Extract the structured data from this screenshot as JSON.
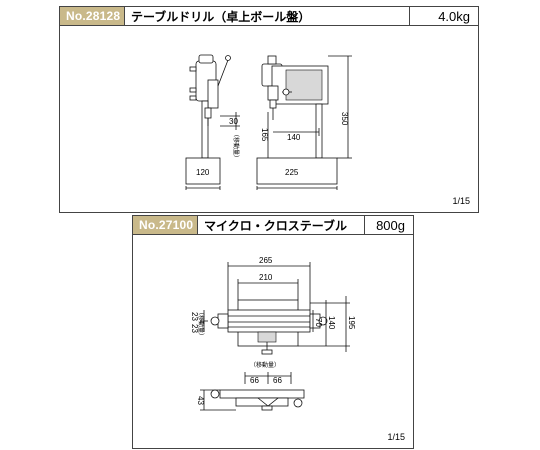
{
  "panel1": {
    "code": "No.28128",
    "title": "テーブルドリル（卓上ボール盤）",
    "weight": "4.0kg",
    "scale": "1/15",
    "dims": {
      "h350": "350",
      "h165": "165",
      "d140": "140",
      "d225": "225",
      "d120": "120",
      "s30": "30",
      "move": "（移動量）"
    }
  },
  "panel2": {
    "code": "No.27100",
    "title": "マイクロ・クロステーブル",
    "weight": "800g",
    "scale": "1/15",
    "dims": {
      "d265": "265",
      "d210": "210",
      "d140": "140",
      "d195": "195",
      "d70": "70",
      "d23a": "23",
      "d23b": "23",
      "move": "（移動量）",
      "move2": "（移動量）",
      "d66a": "66",
      "d66b": "66",
      "d43": "43"
    }
  }
}
